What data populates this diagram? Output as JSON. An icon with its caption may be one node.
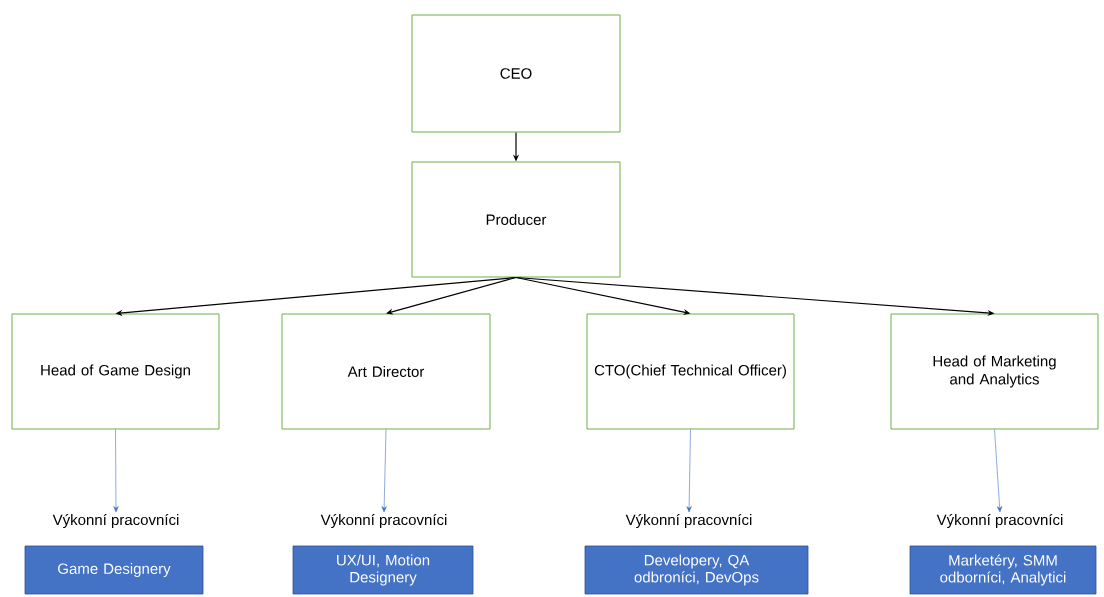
{
  "diagram": {
    "nodes": [
      {
        "text": [
          "CEO"
        ]
      },
      {
        "text": [
          "Producer"
        ]
      },
      {
        "text": [
          "Head of Game Design"
        ]
      },
      {
        "text": [
          "Art Director"
        ]
      },
      {
        "text": [
          "CTO(Chief Technical Officer)"
        ]
      },
      {
        "text": [
          "Head of Marketing and Analytics"
        ]
      },
      {
        "text": [
          "Výkonní pracovníci"
        ]
      },
      {
        "text": [
          "Výkonní pracovníci"
        ]
      },
      {
        "text": [
          "Výkonní pracovníci"
        ]
      },
      {
        "text": [
          "Výkonní pracovníci"
        ]
      },
      {
        "text": [
          "Game Designery"
        ]
      },
      {
        "text": [
          "UX/UI, Motion Designery"
        ]
      },
      {
        "text": [
          "Developery, QA odbroníci, DevOps"
        ]
      },
      {
        "text": [
          "Marketéry, SMM odborníci, Analytici"
        ]
      }
    ],
    "edges": [
      {
        "from": 0,
        "to": 1,
        "arrow": "to"
      },
      {
        "from": 1,
        "to": 2,
        "arrow": "to"
      },
      {
        "from": 1,
        "to": 3,
        "arrow": "to"
      },
      {
        "from": 1,
        "to": 4,
        "arrow": "to"
      },
      {
        "from": 1,
        "to": 5,
        "arrow": "to"
      },
      {
        "from": 2,
        "to": 6,
        "arrow": "to",
        "color": "#4472c4"
      },
      {
        "from": 3,
        "to": 7,
        "arrow": "to",
        "color": "#4472c4"
      },
      {
        "from": 4,
        "to": 8,
        "arrow": "to",
        "color": "#4472c4"
      },
      {
        "from": 5,
        "to": 9,
        "arrow": "to",
        "color": "#4472c4"
      }
    ]
  }
}
